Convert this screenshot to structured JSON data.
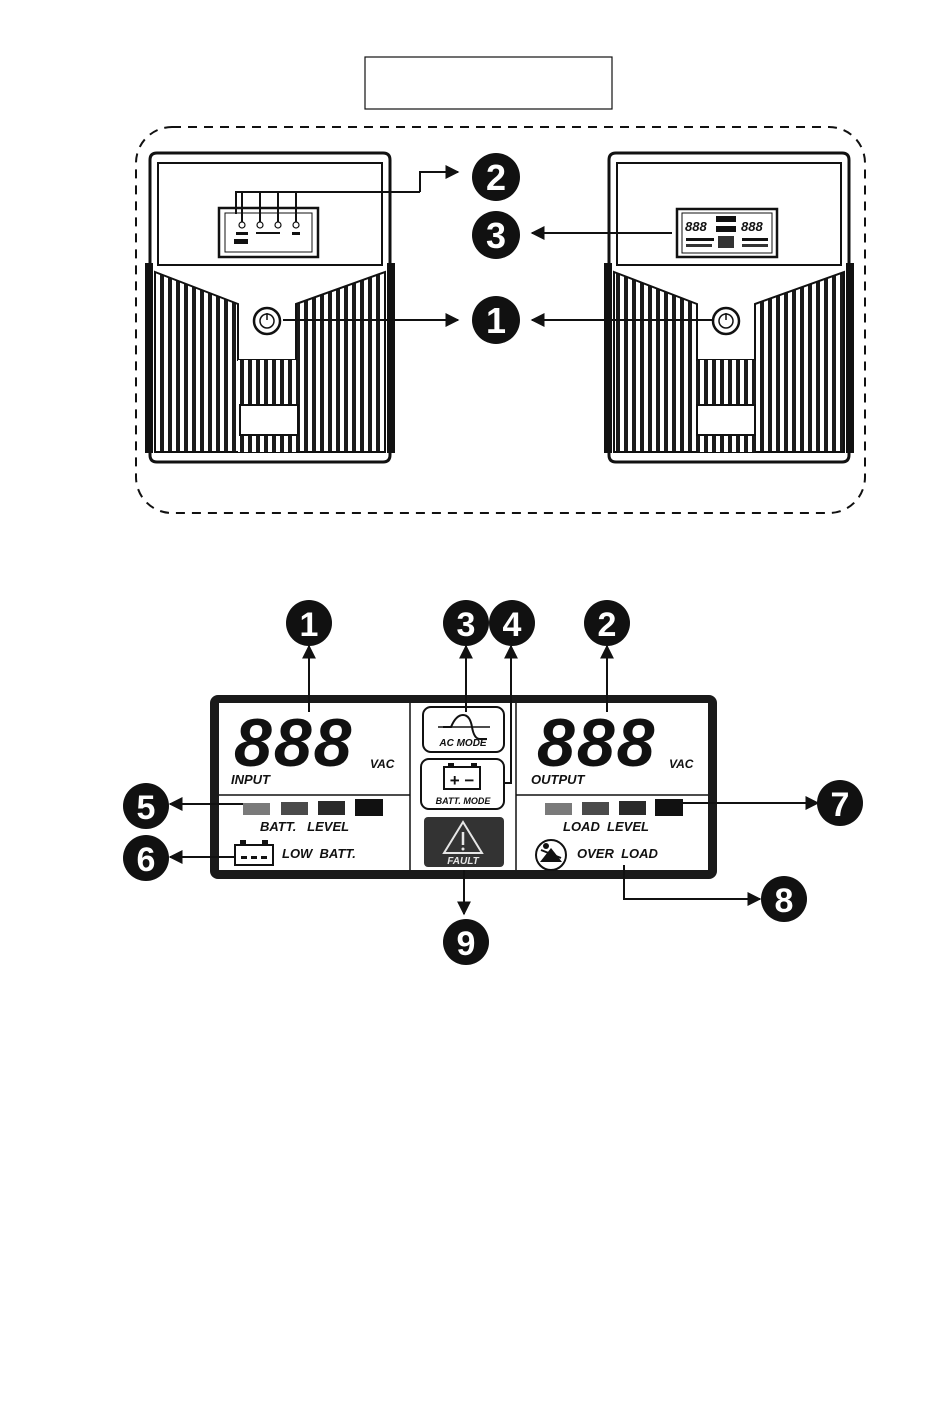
{
  "top_caption_box": {
    "text": ""
  },
  "callouts": {
    "ups_front": [
      "1",
      "2",
      "3"
    ],
    "lcd": [
      "1",
      "2",
      "3",
      "4",
      "5",
      "6",
      "7",
      "8",
      "9"
    ]
  },
  "lcd": {
    "input_digits": "888",
    "input_unit": "VAC",
    "input_label": "INPUT",
    "output_digits": "888",
    "output_unit": "VAC",
    "output_label": "OUTPUT",
    "ac_mode": "AC MODE",
    "batt_mode": "BATT. MODE",
    "batt_level": "BATT.   LEVEL",
    "low_batt": "LOW  BATT.",
    "fault": "FAULT",
    "load_level": "LOAD  LEVEL",
    "over_load": "OVER  LOAD",
    "battery_plus_minus": "+ −"
  },
  "colors": {
    "callout_fill": "#111111",
    "lcd_frame": "#1a1a1a",
    "segment_light": "#7a7a7a",
    "segment_mid": "#4a4a4a",
    "segment_dark": "#2a2a2a",
    "segment_black": "#111111"
  }
}
